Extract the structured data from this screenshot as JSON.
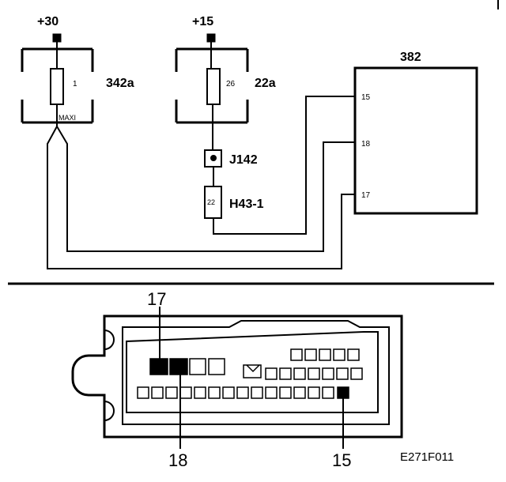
{
  "supply": {
    "plus30": "+30",
    "plus15": "+15"
  },
  "fuse_a": {
    "id": "342a",
    "number": "1",
    "type": "MAXI"
  },
  "fuse_b": {
    "id": "22a",
    "number": "26"
  },
  "junction": {
    "id": "J142"
  },
  "connector_h": {
    "id": "H43-1",
    "pin": "22"
  },
  "control_unit": {
    "id": "382",
    "pins": [
      "15",
      "18",
      "17"
    ]
  },
  "connector_callouts": {
    "pin17": "17",
    "pin18": "18",
    "pin15": "15"
  },
  "figure_code": "E271F011"
}
